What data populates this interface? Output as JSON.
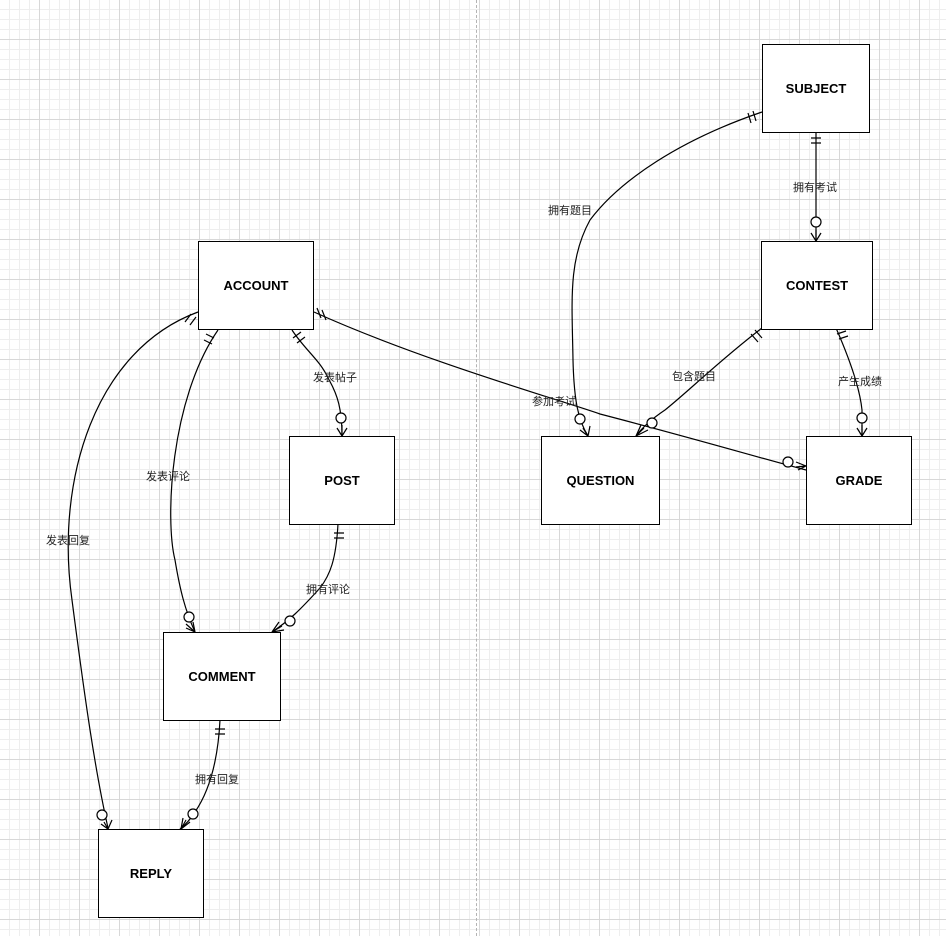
{
  "colors": {
    "line": "#000000",
    "grid": "#d8d8d8",
    "divider": "#b4b4b4"
  },
  "entities": {
    "account": "ACCOUNT",
    "post": "POST",
    "comment": "COMMENT",
    "reply": "REPLY",
    "subject": "SUBJECT",
    "contest": "CONTEST",
    "question": "QUESTION",
    "grade": "GRADE"
  },
  "relations": {
    "publish_post": "发表帖子",
    "publish_comment": "发表评论",
    "publish_reply": "发表回复",
    "has_comment": "拥有评论",
    "has_reply": "拥有回复",
    "has_exam": "拥有考试",
    "has_question": "拥有题目",
    "contains_question": "包含题目",
    "produce_grade": "产生成绩",
    "take_exam": "参加考试"
  }
}
